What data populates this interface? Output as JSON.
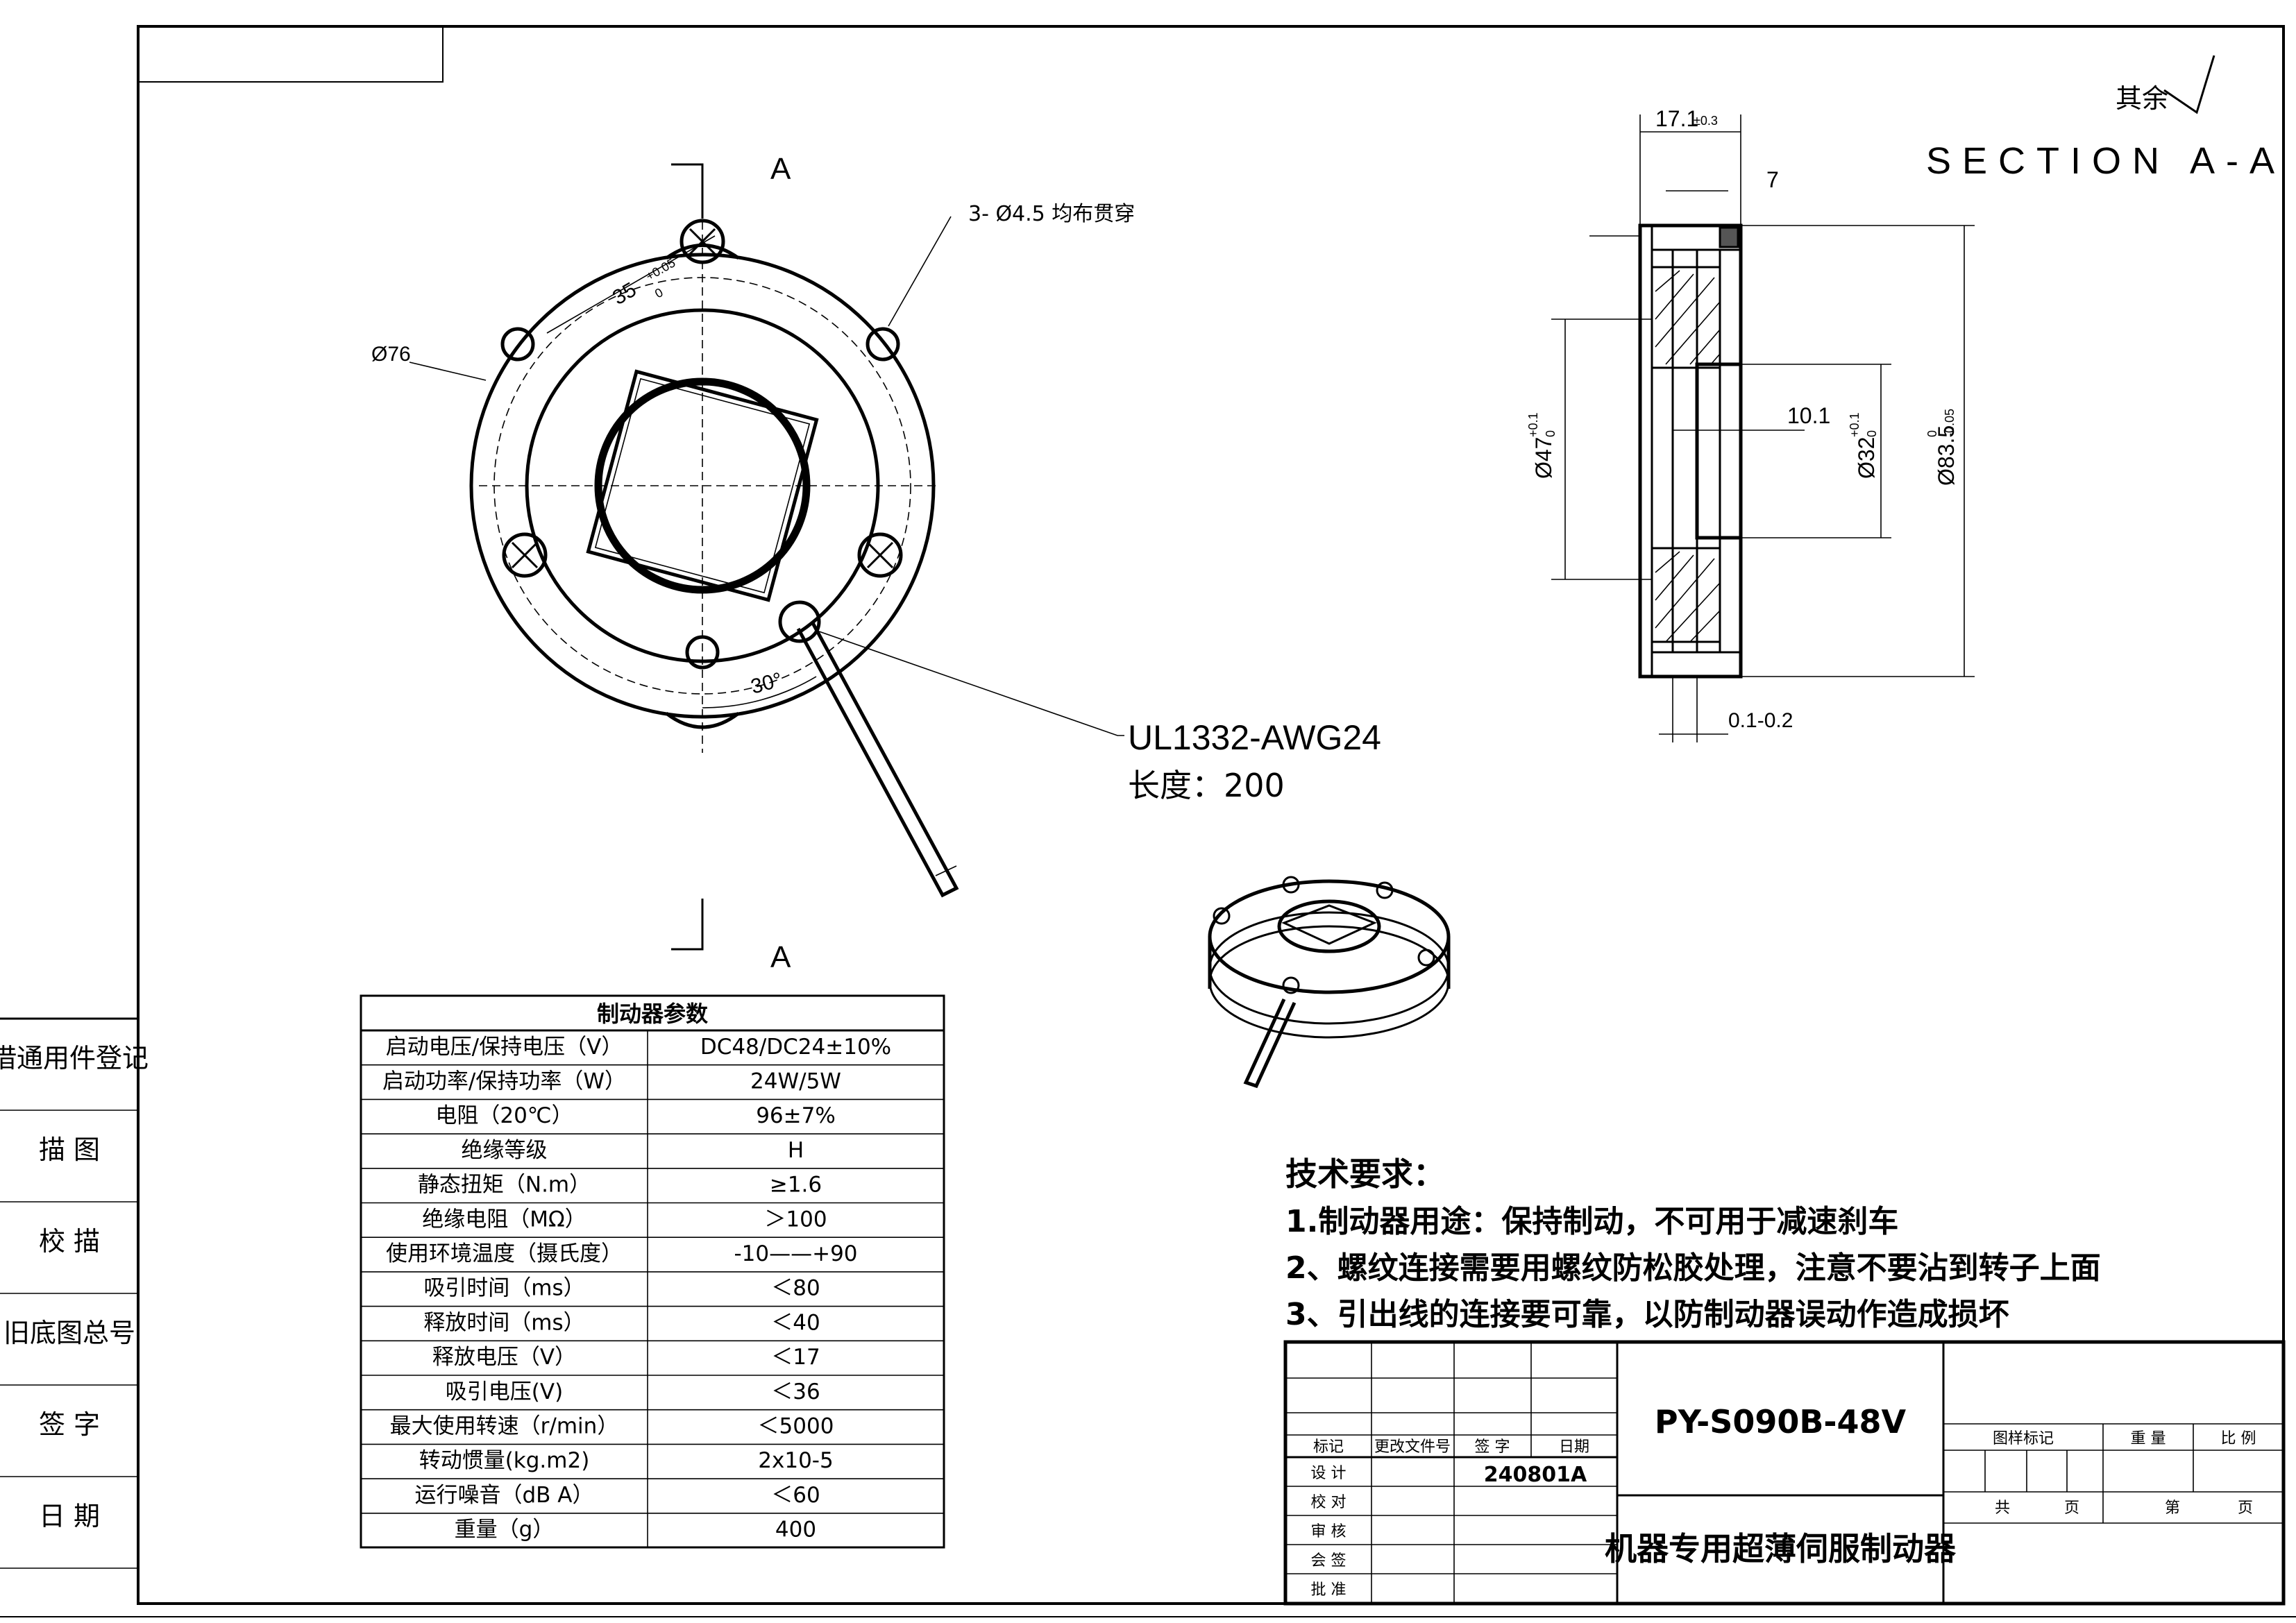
{
  "section": {
    "roughness_label": "其余",
    "title": "SECTION A-A",
    "dim_width": "17.1",
    "dim_width_tol": "±0.3",
    "dim_7": "7",
    "dim_10_1": "10.1",
    "dim_d47": "Ø47",
    "dim_d47_tol_upper": "+0.1",
    "dim_d47_tol_lower": "0",
    "dim_d32": "Ø32",
    "dim_d32_tol_upper": "+0.1",
    "dim_d32_tol_lower": "0",
    "dim_d83": "Ø83.5",
    "dim_d83_tol_upper": "0",
    "dim_d83_tol_lower": "-0.05",
    "dim_gap": "0.1-0.2"
  },
  "front_view": {
    "section_mark_top": "A",
    "section_mark_bottom": "A",
    "holes_note": "3- Ø4.5 均布贯穿",
    "dim_d76": "Ø76",
    "dim_35": "35",
    "dim_35_tol_upper": "+0.05",
    "dim_35_tol_lower": "0",
    "dim_30": "30°",
    "wire_spec": "UL1332-AWG24",
    "wire_length": "长度：200"
  },
  "left_strip": {
    "items": [
      "借通用件登记",
      "描 图",
      "校 描",
      "旧底图总号",
      "签 字",
      "日 期"
    ]
  },
  "params_table": {
    "title": "制动器参数",
    "rows": [
      [
        "启动电压/保持电压（V）",
        "DC48/DC24±10%"
      ],
      [
        "启动功率/保持功率（W）",
        "24W/5W"
      ],
      [
        "电阻（20℃）",
        "96±7%"
      ],
      [
        "绝缘等级",
        "H"
      ],
      [
        "静态扭矩（N.m）",
        "≥1.6"
      ],
      [
        "绝缘电阻（MΩ）",
        "＞100"
      ],
      [
        "使用环境温度（摄氏度）",
        "-10——+90"
      ],
      [
        "吸引时间（ms）",
        "＜80"
      ],
      [
        "释放时间（ms）",
        "＜40"
      ],
      [
        "释放电压（V）",
        "＜17"
      ],
      [
        "吸引电压(V)",
        "＜36"
      ],
      [
        "最大使用转速（r/min）",
        "＜5000"
      ],
      [
        "转动惯量(kg.m2)",
        "2x10-5"
      ],
      [
        "运行噪音（dB A）",
        "＜60"
      ],
      [
        "重量（g）",
        "400"
      ]
    ]
  },
  "requirements": {
    "title": "技术要求：",
    "items": [
      "1.制动器用途：保持制动，不可用于减速刹车",
      "2、螺纹连接需要用螺纹防松胶处理，注意不要沾到转子上面",
      "3、引出线的连接要可靠，以防制动器误动作造成损坏"
    ]
  },
  "title_block": {
    "part_number": "PY-S090B-48V",
    "part_name": "机器专用超薄伺服制动器",
    "date_code": "240801A",
    "rev_headers": [
      "标记",
      "更改文件号",
      "签 字",
      "日期"
    ],
    "sign_labels": [
      "设 计",
      "校 对",
      "审 核",
      "会 签",
      "批 准"
    ],
    "cell_labels": {
      "drawing_mark": "图样标记",
      "weight": "重 量",
      "scale": "比 例",
      "total_prefix": "共",
      "total_suffix": "页",
      "page_prefix": "第",
      "page_suffix": "页"
    }
  }
}
